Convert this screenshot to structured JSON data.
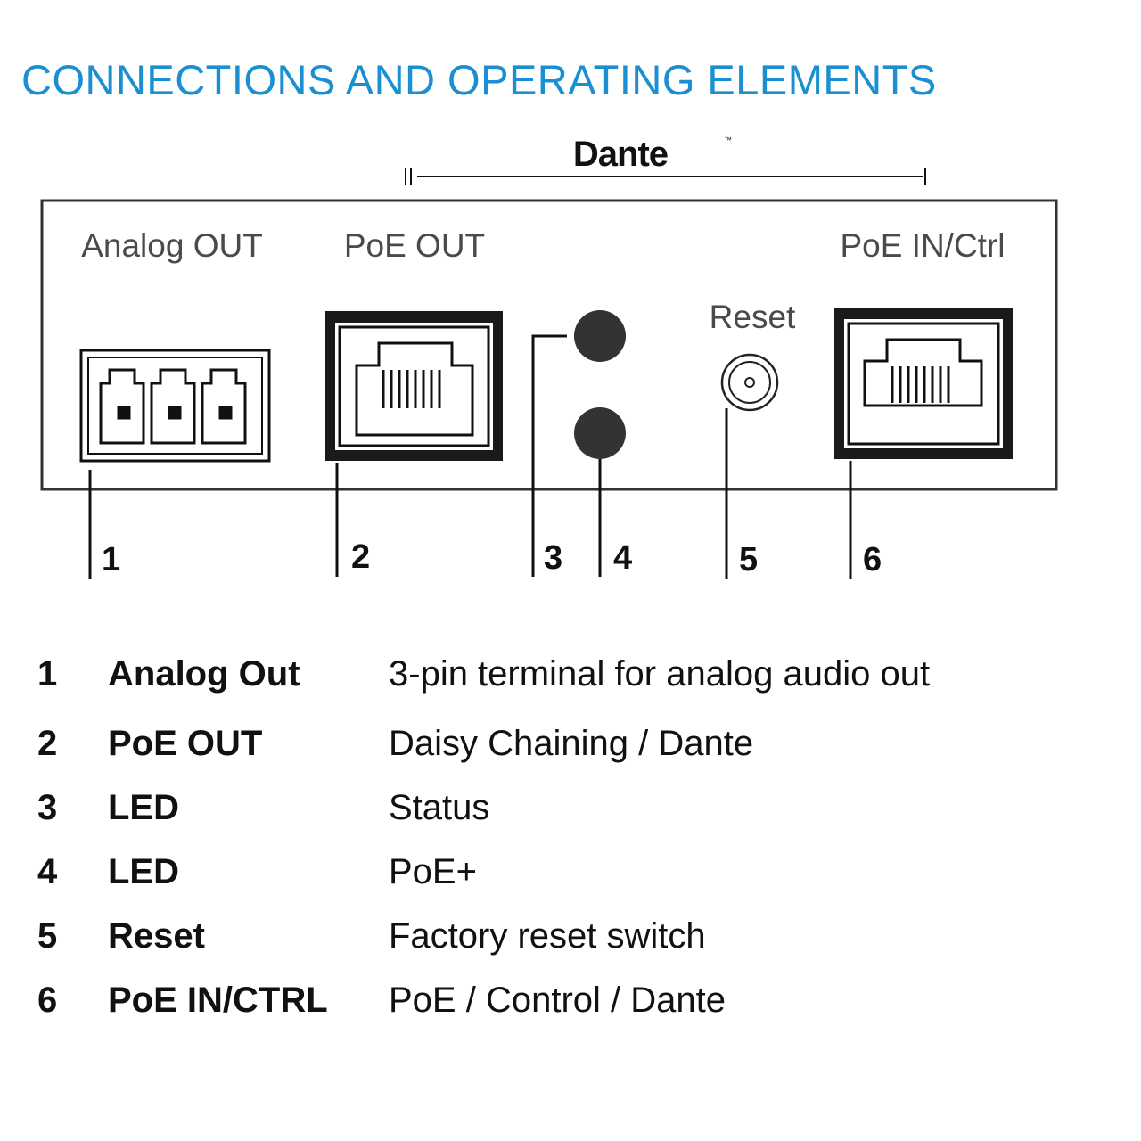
{
  "title": "CONNECTIONS AND OPERATING ELEMENTS",
  "title_color": "#1a8fd1",
  "brand": {
    "name": "Dante",
    "trademark": "™"
  },
  "labels": {
    "analog_out": "Analog OUT",
    "poe_out": "PoE OUT",
    "poe_in_ctrl": "PoE IN/Ctrl",
    "reset": "Reset"
  },
  "callouts": [
    "1",
    "2",
    "3",
    "4",
    "5",
    "6"
  ],
  "legend": [
    {
      "num": "1",
      "name": "Analog Out",
      "desc": "3-pin terminal for analog audio out"
    },
    {
      "num": "2",
      "name": "PoE OUT",
      "desc": "Daisy Chaining / Dante"
    },
    {
      "num": "3",
      "name": "LED",
      "desc": "Status"
    },
    {
      "num": "4",
      "name": "LED",
      "desc": "PoE+"
    },
    {
      "num": "5",
      "name": "Reset",
      "desc": "Factory reset switch"
    },
    {
      "num": "6",
      "name": "PoE IN/CTRL",
      "desc": "PoE / Control / Dante"
    }
  ]
}
